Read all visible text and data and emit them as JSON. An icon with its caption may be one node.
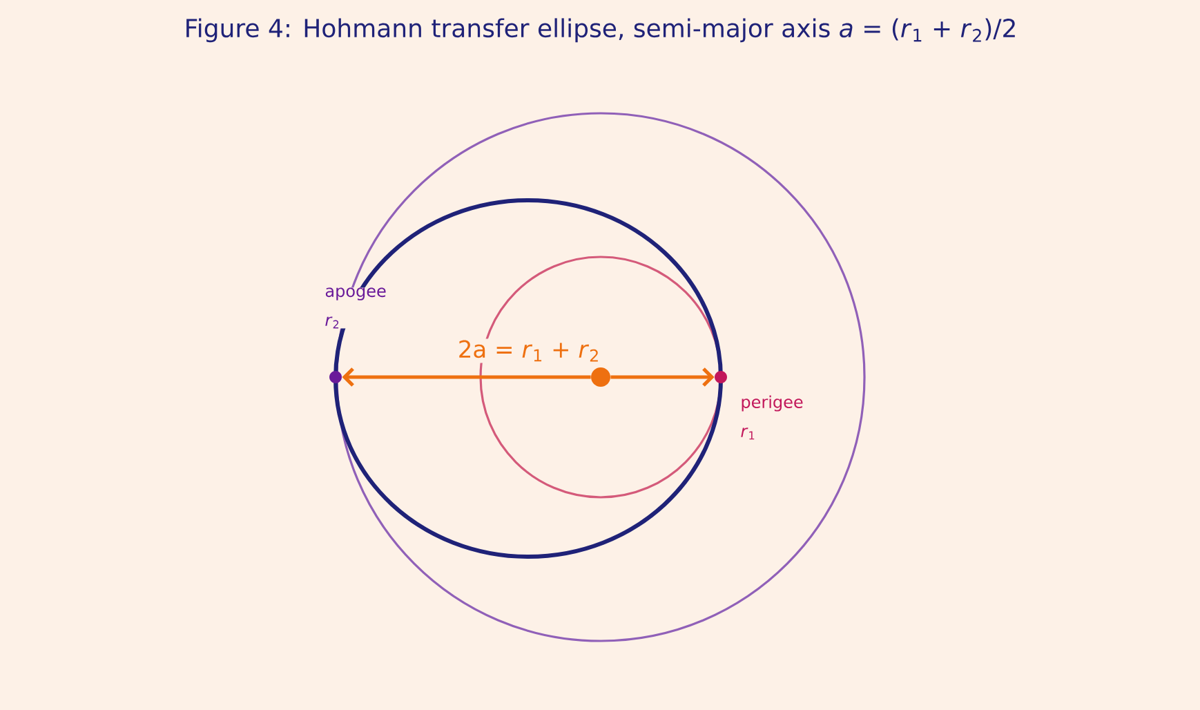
{
  "diagram": {
    "title": "Figure 4: Hohmann transfer ellipse, semi-major axis *a* = (*r*$_{1}$ + *r*$_{2}$)/2",
    "nodes": [
      {
        "text": [],
        "shape": "circle",
        "beside": [
          "apogee *r*$_{2}$"
        ]
      },
      {
        "text": [],
        "shape": "circle",
        "beside": [
          "perigee *r*$_{1}$"
        ]
      },
      {
        "text": [],
        "shape": "circle"
      }
    ],
    "edges": [
      {
        "from": 2,
        "to": 0,
        "arrow": "to"
      },
      {
        "from": 2,
        "to": 1,
        "arrow": "to"
      }
    ],
    "labels": [
      "2a = *r*$_{1}$ + *r*$_{2}$"
    ]
  }
}
